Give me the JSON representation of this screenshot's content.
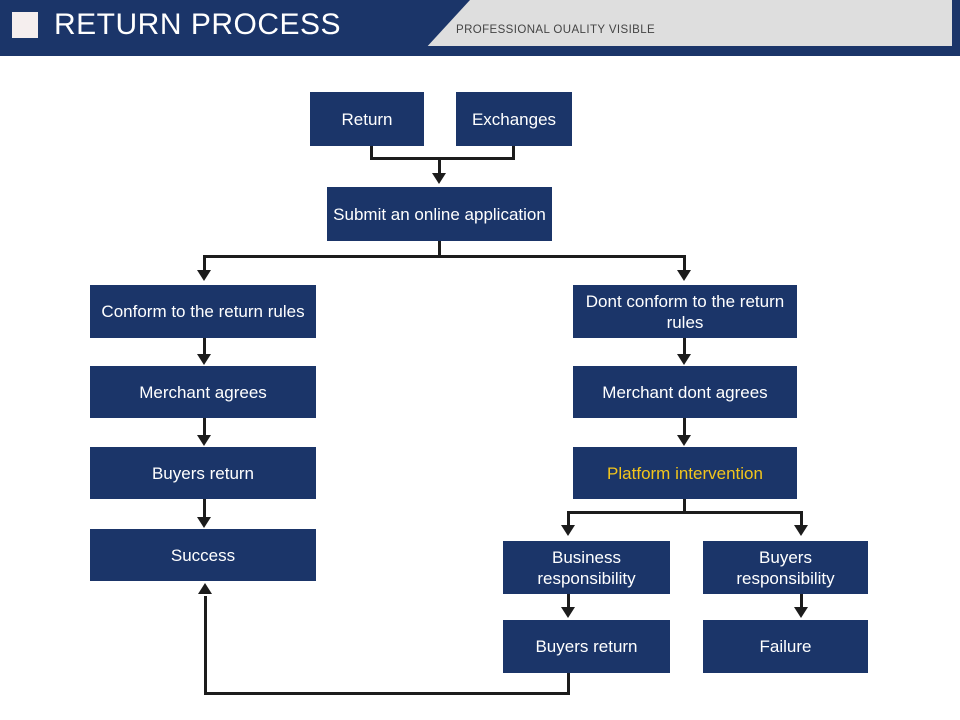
{
  "header": {
    "title": "RETURN PROCESS",
    "subtitle": "PROFESSIONAL OUALITY VISIBLE",
    "logo_color": "#f5eeee",
    "navy_color": "#1b3569",
    "gray_color": "#dedede"
  },
  "theme": {
    "node_fill": "#1b3569",
    "node_text": "#ffffff",
    "accent_text": "#f2c51c",
    "connector": "#1c1c1c"
  },
  "flow": {
    "nodes": [
      {
        "id": "return",
        "label": "Return"
      },
      {
        "id": "exchanges",
        "label": "Exchanges"
      },
      {
        "id": "submit",
        "label": "Submit an online application"
      },
      {
        "id": "conform",
        "label": "Conform to the return rules"
      },
      {
        "id": "merchant_agrees",
        "label": "Merchant agrees"
      },
      {
        "id": "buyers_return_left",
        "label": "Buyers return"
      },
      {
        "id": "success",
        "label": "Success"
      },
      {
        "id": "dont_conform",
        "label": "Dont conform to the return rules"
      },
      {
        "id": "merchant_dont_agrees",
        "label": "Merchant dont agrees"
      },
      {
        "id": "platform",
        "label": "Platform intervention"
      },
      {
        "id": "business_resp",
        "label": "Business responsibility"
      },
      {
        "id": "buyers_resp",
        "label": "Buyers responsibility"
      },
      {
        "id": "buyers_return_right",
        "label": "Buyers return"
      },
      {
        "id": "failure",
        "label": "Failure"
      }
    ]
  }
}
